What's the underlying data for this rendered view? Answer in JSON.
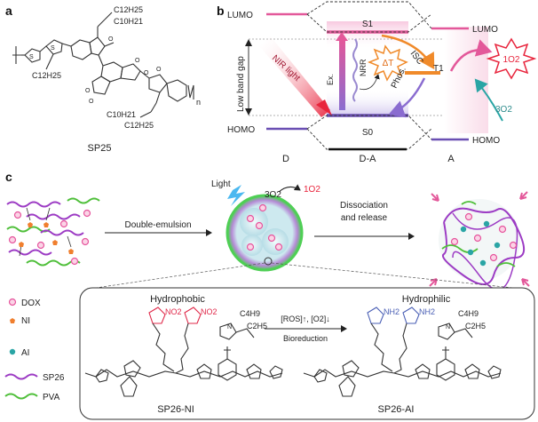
{
  "panels": {
    "a": "a",
    "b": "b",
    "c": "c"
  },
  "panel_a": {
    "polymer_name": "SP25",
    "substituents": {
      "top_1": "C12H25",
      "top_2": "C10H21",
      "side": "C12H25",
      "bottom_1": "C10H21",
      "bottom_2": "C12H25"
    },
    "repeat": "n"
  },
  "panel_b": {
    "lumo_left": "LUMO",
    "homo_left": "HOMO",
    "lumo_right": "LUMO",
    "homo_right": "HOMO",
    "low_band_gap": "Low band gap",
    "nir_light": "NIR light",
    "s1": "S1",
    "s0": "S0",
    "t1": "T1",
    "ex": "Ex.",
    "nrr": "NRR",
    "delta_t": "ΔT",
    "isc": "ISC",
    "phos": "Phos.",
    "singlet_oxygen": "1O2",
    "triplet_oxygen": "3O2",
    "axis_d": "D",
    "axis_da": "D-A",
    "axis_a": "A"
  },
  "panel_c": {
    "light": "Light",
    "triplet_o2": "3O2",
    "singlet_o2": "1O2",
    "step1": "Double-emulsion",
    "step2_line1": "Dissociation",
    "step2_line2": "and release",
    "legend": [
      {
        "label": "DOX"
      },
      {
        "label": "NI"
      },
      {
        "label": "AI"
      },
      {
        "label": "SP26"
      },
      {
        "label": "PVA"
      }
    ],
    "hydrophobic": "Hydrophobic",
    "hydrophilic": "Hydrophilic",
    "no2_a": "NO2",
    "no2_b": "NO2",
    "nh2_a": "NH2",
    "nh2_b": "NH2",
    "c4h9": "C4H9",
    "c2h5": "C2H5",
    "c4h9_b": "C4H9",
    "c2h5_b": "C2H5",
    "ros_line": "[ROS]↑, [O2]↓",
    "bioreduction": "Bioreduction",
    "left_name": "SP26-NI",
    "right_name": "SP26-AI"
  },
  "colors": {
    "lumo_pink": "#e3589a",
    "homo_purple": "#6a4fb3",
    "t1_orange": "#f08a2a",
    "nir_red": "#e8243c",
    "dox_pink": "#e6559d",
    "ni_orange": "#f07f2e",
    "ai_teal": "#2aa5a5",
    "sp26_purple": "#9c3bc4",
    "pva_green": "#3fbf3a",
    "nitro_red": "#e0294a",
    "amine_blue": "#4a5fb5"
  }
}
